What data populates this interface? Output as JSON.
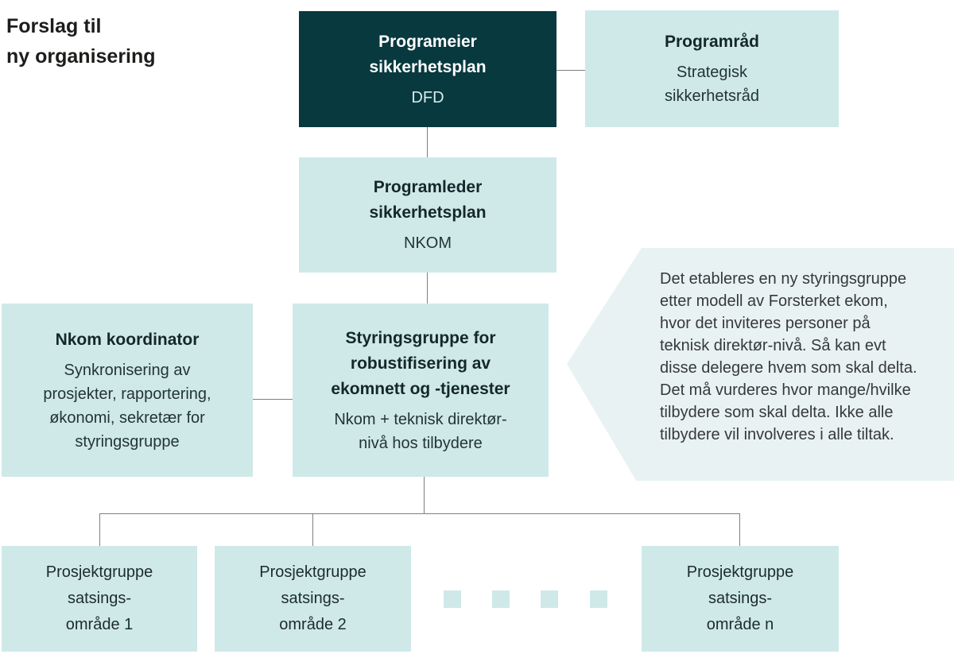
{
  "page_title": "Forslag til\nny organisering",
  "colors": {
    "dark_box_bg": "#07393f",
    "dark_box_text": "#ffffff",
    "light_box_bg": "#cfe9e9",
    "callout_bg": "#e9f2f2",
    "connector_gray": "#7f7f7f",
    "text_dark": "#1d1d1b"
  },
  "nodes": {
    "program_owner": {
      "title": "Programeier\nsikkerhetsplan",
      "subtitle": "DFD"
    },
    "program_council": {
      "title": "Programråd",
      "subtitle": "Strategisk\nsikkerhetsråd"
    },
    "program_leader": {
      "title": "Programleder\nsikkerhetsplan",
      "subtitle": "NKOM"
    },
    "coordinator": {
      "title": "Nkom koordinator",
      "subtitle": "Synkronisering av\nprosjekter, rapportering,\nøkonomi, sekretær for\nstyringsgruppe"
    },
    "steering_group": {
      "title": "Styringsgruppe for\nrobustifisering av\nekomnett og -tjenester",
      "subtitle": "Nkom + teknisk direktør-\nnivå hos tilbydere"
    },
    "project_groups": [
      {
        "label": "Prosjektgruppe\nsatsings-\nområde 1"
      },
      {
        "label": "Prosjektgruppe\nsatsings-\nområde 2"
      },
      {
        "label": "Prosjektgruppe\nsatsings-\nområde n"
      }
    ]
  },
  "callout": {
    "text": "Det etableres en ny styringsgruppe\netter modell av Forsterket ekom,\nhvor det inviteres personer på\nteknisk direktør-nivå. Så kan evt\ndisse delegere hvem som skal delta.\nDet må vurderes hvor mange/hvilke\ntilbydere som skal delta. Ikke alle\ntilbydere vil involveres i alle tiltak."
  }
}
